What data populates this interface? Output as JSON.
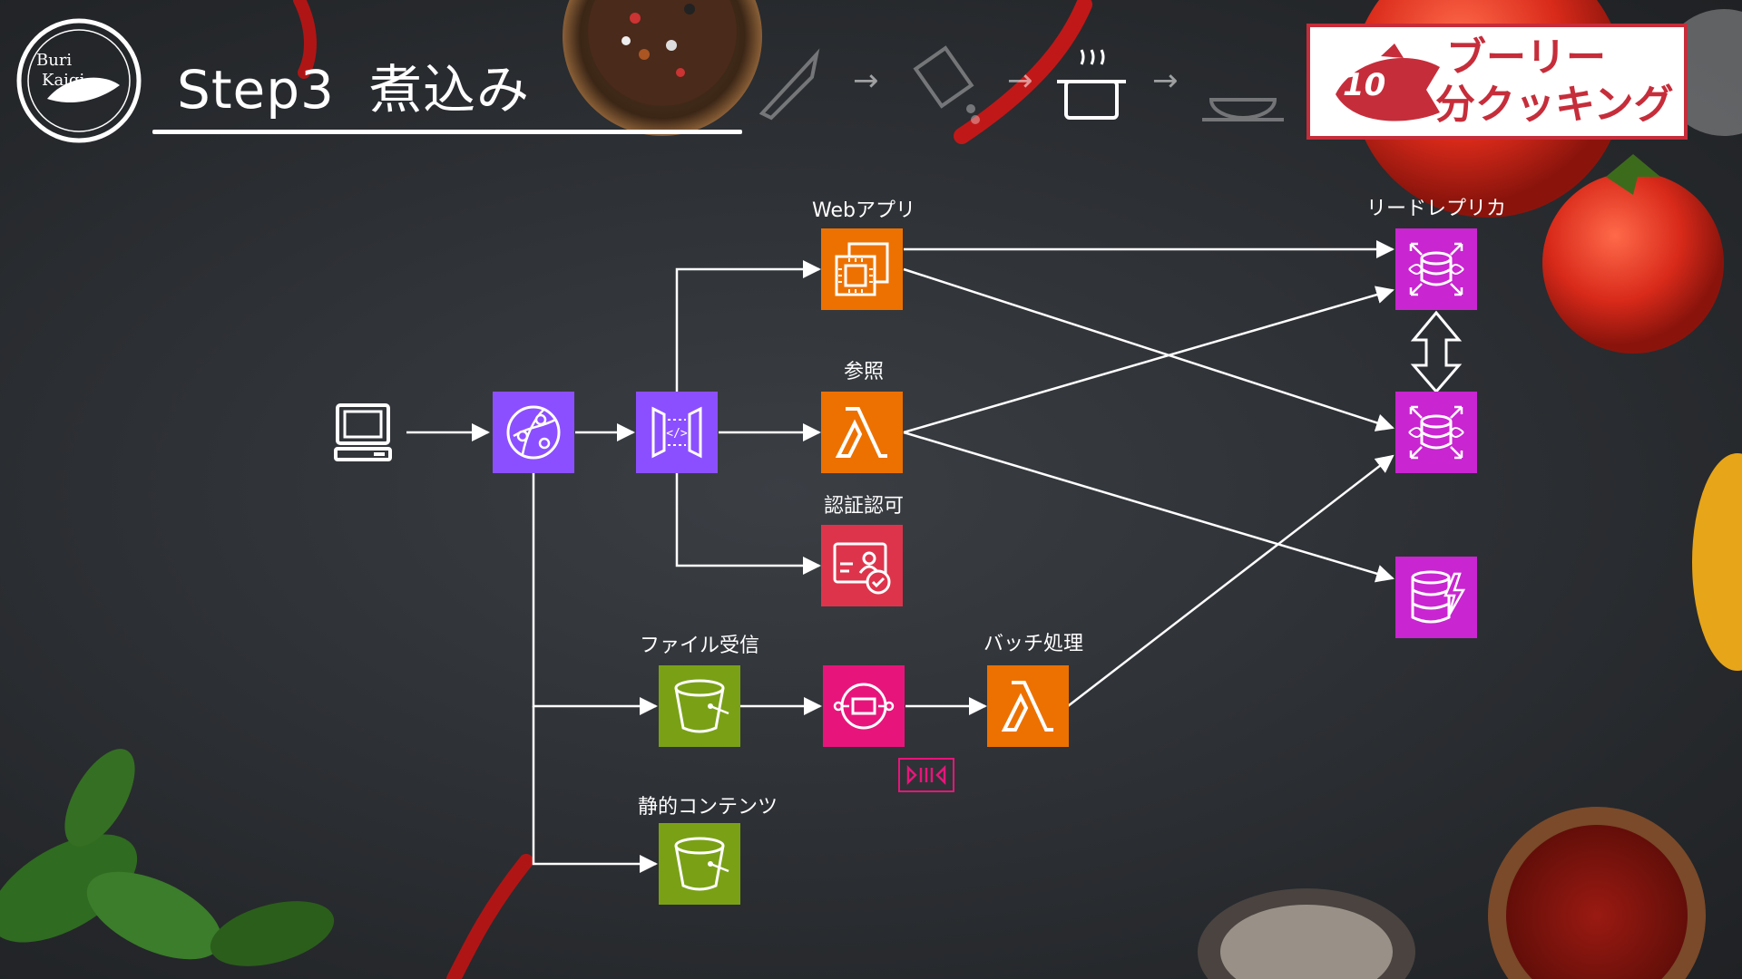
{
  "header": {
    "step": "Step3",
    "title": "煮込み",
    "steps": [
      "cutting-icon",
      "pouring-icon",
      "pot-icon",
      "plated-dish-icon"
    ]
  },
  "logo": {
    "badge_text": "Buri\nKaigi",
    "number": "10",
    "line1": "ブーリー",
    "line2": "分クッキング"
  },
  "colors": {
    "purple": "#8c4fff",
    "orange": "#ed7100",
    "red": "#dd344c",
    "green": "#7aa116",
    "pink": "#e7157b",
    "magenta": "#c925d1",
    "brand_red": "#c62d3a"
  },
  "labels": {
    "webapp": "Webアプリ",
    "reference": "参照",
    "auth": "認証認可",
    "file_receive": "ファイル受信",
    "batch": "バッチ処理",
    "static": "静的コンテンツ",
    "read_replica": "リードレプリカ"
  },
  "nodes": [
    {
      "id": "client",
      "icon": "laptop-icon"
    },
    {
      "id": "cloudfront",
      "icon": "cloudfront-icon"
    },
    {
      "id": "apigw",
      "icon": "api-gateway-icon"
    },
    {
      "id": "ec2",
      "icon": "ec2-icon"
    },
    {
      "id": "lambda-ref",
      "icon": "lambda-icon"
    },
    {
      "id": "cognito",
      "icon": "cognito-icon"
    },
    {
      "id": "s3-file",
      "icon": "s3-bucket-icon"
    },
    {
      "id": "sqs",
      "icon": "sqs-icon"
    },
    {
      "id": "lambda-batch",
      "icon": "lambda-icon"
    },
    {
      "id": "s3-static",
      "icon": "s3-bucket-icon"
    },
    {
      "id": "rds-replica",
      "icon": "rds-icon"
    },
    {
      "id": "rds-primary",
      "icon": "rds-icon"
    },
    {
      "id": "dynamodb",
      "icon": "dynamodb-icon"
    },
    {
      "id": "queue-badge",
      "icon": "queue-icon"
    }
  ],
  "edges": [
    [
      "client",
      "cloudfront"
    ],
    [
      "cloudfront",
      "apigw"
    ],
    [
      "apigw",
      "ec2"
    ],
    [
      "apigw",
      "lambda-ref"
    ],
    [
      "apigw",
      "cognito"
    ],
    [
      "cloudfront",
      "s3-file"
    ],
    [
      "cloudfront",
      "s3-static"
    ],
    [
      "s3-file",
      "sqs"
    ],
    [
      "sqs",
      "lambda-batch"
    ],
    [
      "ec2",
      "rds-replica"
    ],
    [
      "ec2",
      "rds-primary"
    ],
    [
      "lambda-ref",
      "rds-replica"
    ],
    [
      "lambda-ref",
      "dynamodb"
    ],
    [
      "lambda-batch",
      "rds-primary"
    ],
    [
      "rds-replica",
      "rds-primary",
      "bidirectional"
    ]
  ]
}
